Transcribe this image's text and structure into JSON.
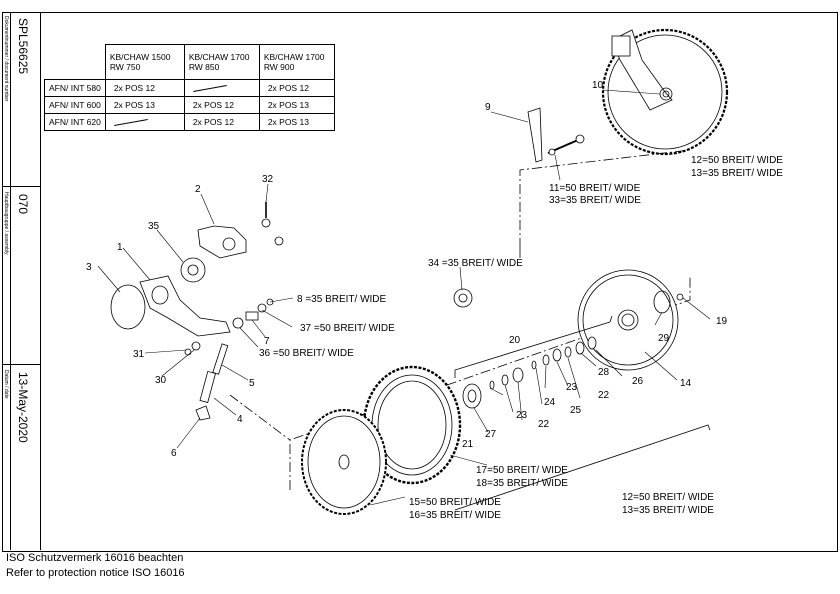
{
  "sidebar": {
    "doc_number_label": "Dokumentnummer / document number",
    "doc_number": "SPL56625",
    "assembly_label": "Hauptbaugruppe / assembly",
    "assembly": "070",
    "date_label": "Datum / date",
    "date": "13-May-2020"
  },
  "table": {
    "headers": [
      "KB/CHAW 1500\nRW 750",
      "KB/CHAW 1700\nRW 850",
      "KB/CHAW 1700\nRW 900"
    ],
    "rows": [
      {
        "label": "AFN/ INT 580",
        "cells": [
          "2x POS 12",
          "",
          "2x POS 12"
        ]
      },
      {
        "label": "AFN/ INT 600",
        "cells": [
          "2x POS 13",
          "2x POS 12",
          "2x POS 13"
        ]
      },
      {
        "label": "AFN/ INT 620",
        "cells": [
          "",
          "2x POS 12",
          "2x POS 13"
        ]
      }
    ]
  },
  "callouts": {
    "n1": "1",
    "n2": "2",
    "n3": "3",
    "n4": "4",
    "n5": "5",
    "n6": "6",
    "n7": "7",
    "n8": "8 =35 BREIT/ WIDE",
    "n9": "9",
    "n10": "10",
    "n11a": "11=50 BREIT/ WIDE",
    "n11b": "33=35 BREIT/ WIDE",
    "n12a_top": "12=50 BREIT/ WIDE",
    "n13a_top": "13=35 BREIT/ WIDE",
    "n12b": "12=50 BREIT/ WIDE",
    "n13b": "13=35 BREIT/ WIDE",
    "n14": "14",
    "n15": "15=50 BREIT/ WIDE",
    "n16": "16=35 BREIT/ WIDE",
    "n17": "17=50 BREIT/ WIDE",
    "n18": "18=35 BREIT/ WIDE",
    "n19": "19",
    "n20": "20",
    "n21": "21",
    "n22a": "22",
    "n22b": "22",
    "n23a": "23",
    "n23b": "23",
    "n24": "24",
    "n25": "25",
    "n26": "26",
    "n27": "27",
    "n28": "28",
    "n29": "29",
    "n30": "30",
    "n31": "31",
    "n32": "32",
    "n34": "34 =35 BREIT/ WIDE",
    "n35": "35",
    "n36": "36 =50 BREIT/ WIDE",
    "n37": "37 =50 BREIT/ WIDE"
  },
  "notice": {
    "line1": "ISO Schutzvermerk 16016 beachten",
    "line2": "Refer to protection notice ISO 16016"
  }
}
